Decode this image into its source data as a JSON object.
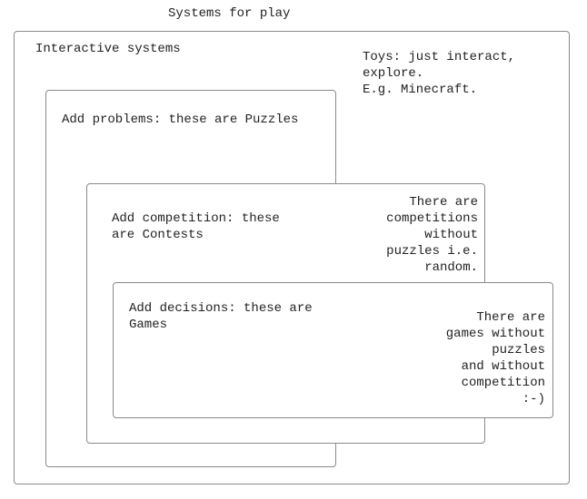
{
  "title": "Systems for play",
  "interactive": {
    "label": "Interactive systems",
    "note": "Toys: just interact,\nexplore.\nE.g. Minecraft."
  },
  "puzzles": {
    "label": "Add problems: these are Puzzles"
  },
  "contests": {
    "label": "Add competition: these\nare Contests",
    "note": "There are\ncompetitions\nwithout\npuzzles i.e.\nrandom."
  },
  "games": {
    "label": "Add decisions: these are\nGames",
    "note": "There are\ngames without\npuzzles\nand without\ncompetition\n:-)"
  }
}
